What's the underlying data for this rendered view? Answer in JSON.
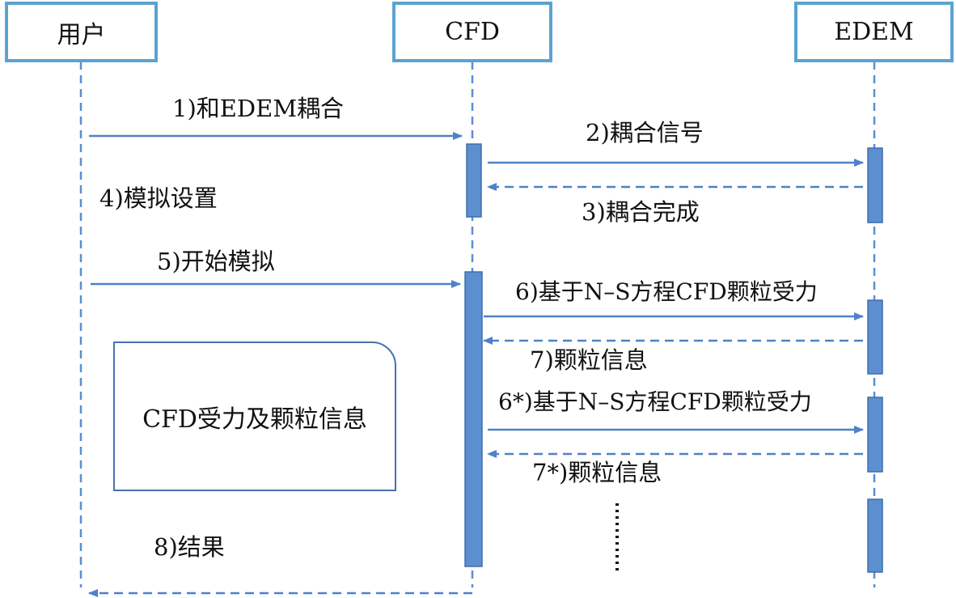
{
  "participants": {
    "user": "用户",
    "cfd": "CFD",
    "edem": "EDEM"
  },
  "messages": {
    "m1": "1)和EDEM耦合",
    "m2": "2)耦合信号",
    "m3": "3)耦合完成",
    "m4": "4)模拟设置",
    "m5": "5)开始模拟",
    "m6": "6)基于N–S方程CFD颗粒受力",
    "m7": "7)颗粒信息",
    "m6b": "6*)基于N–S方程CFD颗粒受力",
    "m7b": "7*)颗粒信息",
    "m8": "8)结果"
  },
  "note": "CFD受力及颗粒信息",
  "colors": {
    "header_border": "#5ba3cf",
    "lifeline": "#5b8fd0",
    "arrow": "#4f81c7",
    "activation_fill": "#5b8fd0",
    "activation_border": "#3f6fae",
    "note_border": "#4a6fb3"
  }
}
